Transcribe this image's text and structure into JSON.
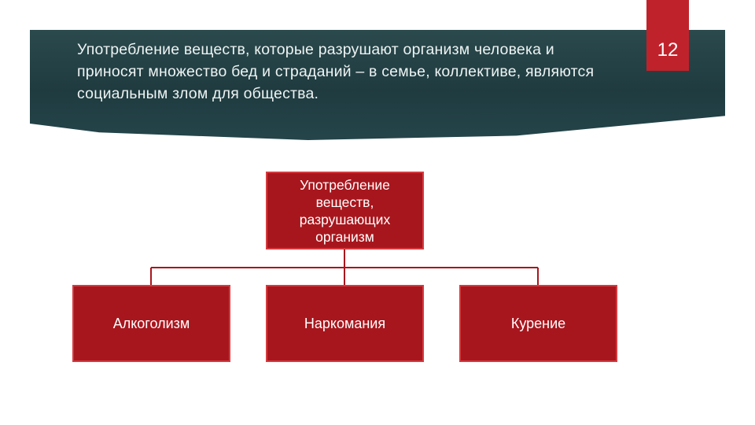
{
  "slide": {
    "text": "Употребление веществ, которые разрушают организм человека и приносят множество бед и страданий – в семье, коллективе, являются социальным злом для общества.",
    "number": "12"
  },
  "diagram": {
    "root": "Употребление веществ, разрушающих организм",
    "children": [
      "Алкоголизм",
      "Наркомания",
      "Курение"
    ]
  },
  "colors": {
    "banner": "#1f3b40",
    "box_fill": "#a8161d",
    "box_border": "#d63a3f",
    "number_tab": "#c0222b",
    "connector": "#a8161d"
  }
}
